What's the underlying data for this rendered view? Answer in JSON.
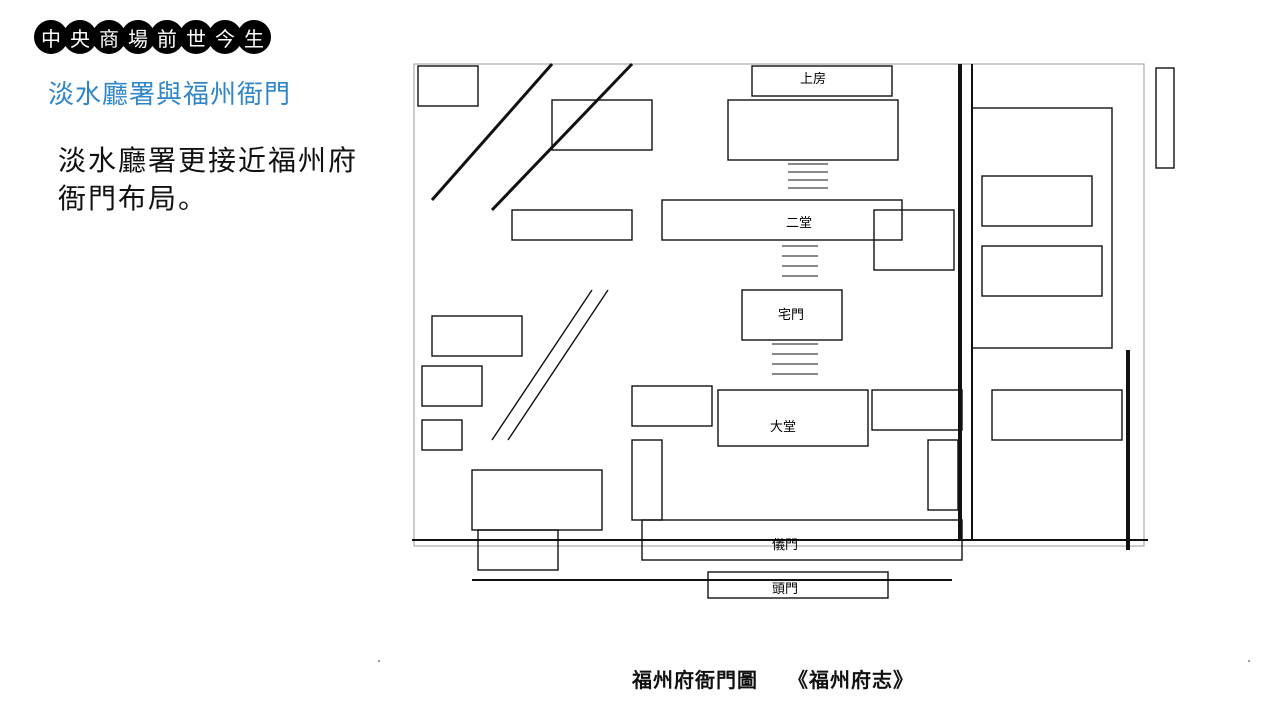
{
  "header": {
    "series_chars": [
      "中",
      "央",
      "商",
      "場",
      "前",
      "世",
      "今",
      "生"
    ],
    "subtitle": "淡水廳署與福州衙門"
  },
  "body": {
    "text": "淡水廳署更接近福州府衙門布局。"
  },
  "figure": {
    "labels": {
      "upper_room": "上房",
      "hall_2": "二堂",
      "residence_gate": "宅門",
      "main_hall": "大堂",
      "ceremonial_gate": "儀門",
      "front_gate": "頭門"
    }
  },
  "caption": {
    "title": "福州府衙門圖",
    "source": "《福州府志》"
  }
}
